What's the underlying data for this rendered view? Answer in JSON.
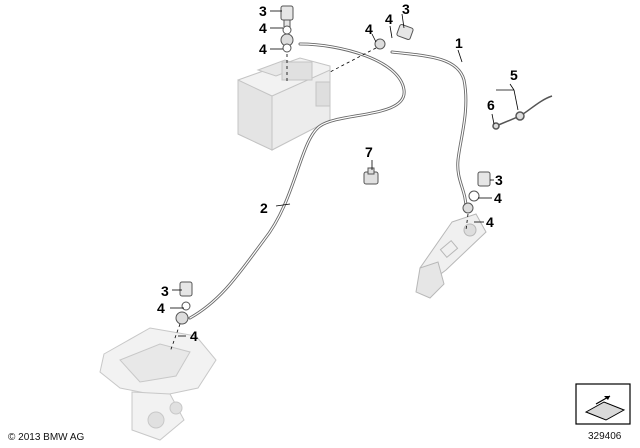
{
  "diagram": {
    "callouts": [
      {
        "id": "c3a",
        "label": "3"
      },
      {
        "id": "c4a",
        "label": "4"
      },
      {
        "id": "c4b",
        "label": "4"
      },
      {
        "id": "c4c",
        "label": "4"
      },
      {
        "id": "c4d",
        "label": "4"
      },
      {
        "id": "c3b",
        "label": "3"
      },
      {
        "id": "c1",
        "label": "1"
      },
      {
        "id": "c5",
        "label": "5"
      },
      {
        "id": "c6",
        "label": "6"
      },
      {
        "id": "c7",
        "label": "7"
      },
      {
        "id": "c2",
        "label": "2"
      },
      {
        "id": "c3c",
        "label": "3"
      },
      {
        "id": "c4e",
        "label": "4"
      },
      {
        "id": "c4f",
        "label": "4"
      },
      {
        "id": "c3d",
        "label": "3"
      },
      {
        "id": "c4g",
        "label": "4"
      },
      {
        "id": "c4h",
        "label": "4"
      }
    ]
  },
  "footer": {
    "copyright": "© 2013 BMW AG",
    "image_number": "329406"
  }
}
